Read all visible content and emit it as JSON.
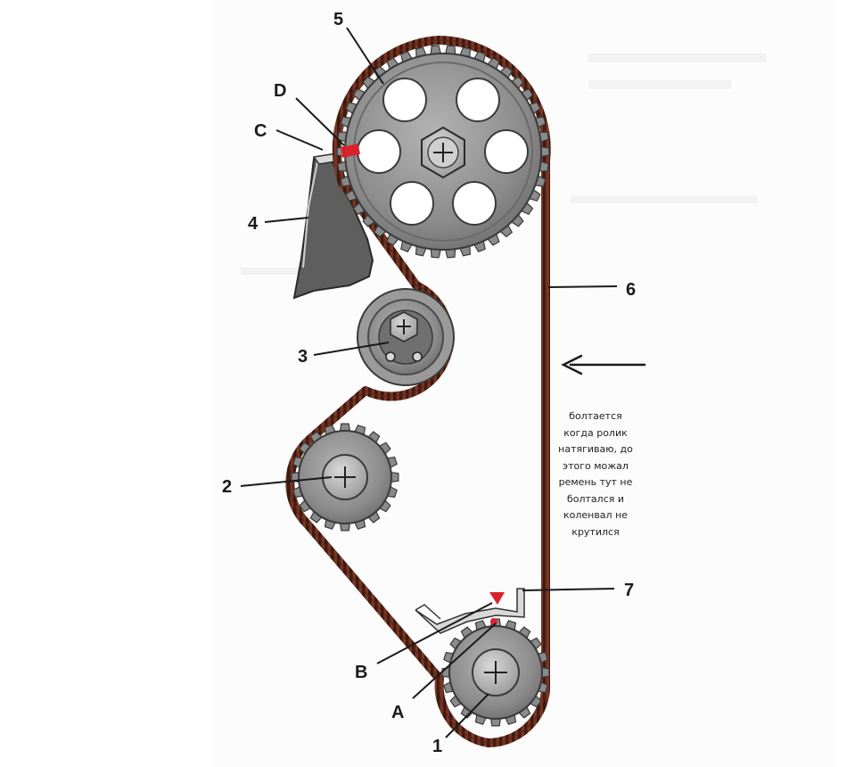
{
  "callouts": {
    "n1": "1",
    "n2": "2",
    "n3": "3",
    "n4": "4",
    "n5": "5",
    "n6": "6",
    "n7": "7",
    "a": "A",
    "b": "B",
    "c": "C",
    "d": "D"
  },
  "note_lines": [
    "болтается",
    "когда ролик",
    "натягиваю, до",
    "этого можал",
    "ремень тут не",
    "болтался и",
    "коленвал не",
    "крутился"
  ],
  "colors": {
    "belt": "#7a3524",
    "gear_face": "#8e8e8e",
    "mark_red": "#d8232a",
    "line": "#1a1a1a"
  }
}
